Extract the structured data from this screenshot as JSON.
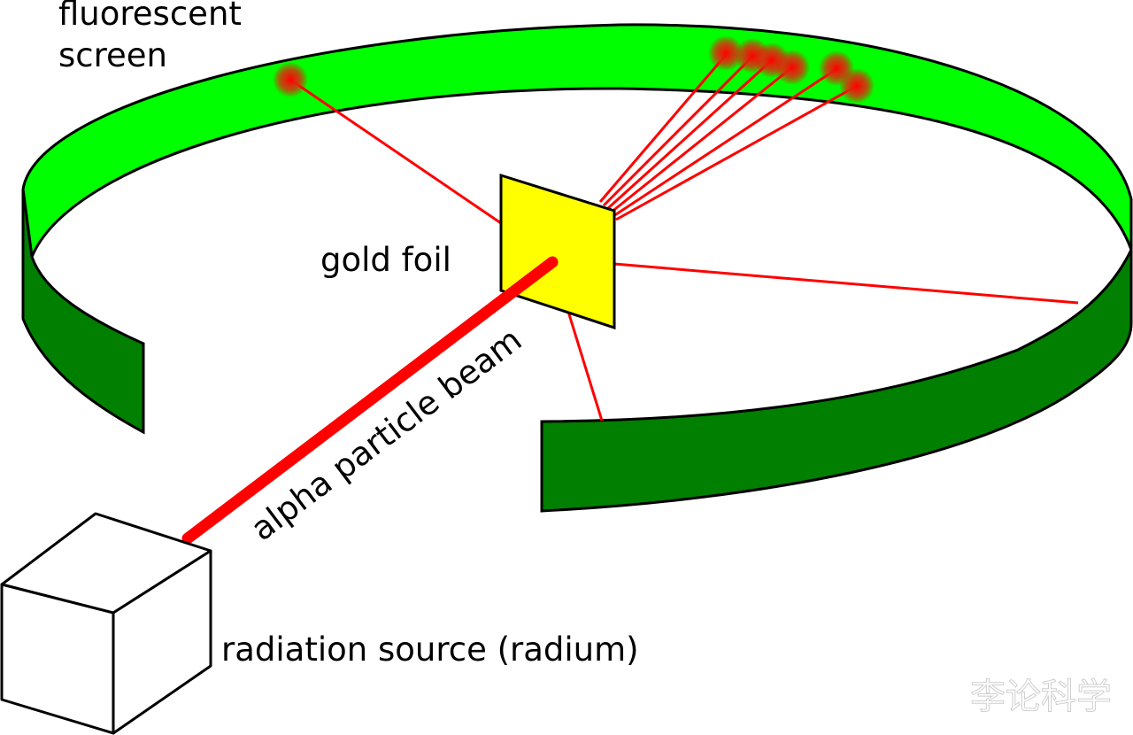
{
  "labels": {
    "screen_line1": "fluorescent",
    "screen_line2": "screen",
    "foil": "gold foil",
    "beam": "alpha particle beam",
    "source": "radiation source (radium)"
  },
  "watermark": "李论科学",
  "colors": {
    "screen_inner": "#00ff00",
    "screen_outer": "#007f00",
    "foil": "#ffff00",
    "beam": "#ff0000",
    "outline": "#000000",
    "source_fill": "#ffffff"
  }
}
